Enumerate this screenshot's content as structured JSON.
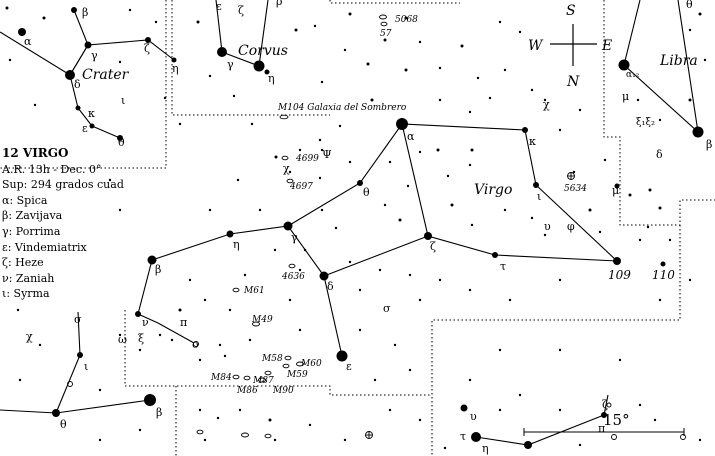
{
  "constellation": {
    "name": "12 VIRGO",
    "coordinates": "A.R. 13h - Dec. 0°",
    "area": "Sup: 294 grados cuad",
    "stars": [
      {
        "greek": "α",
        "name": "Spica"
      },
      {
        "greek": "β",
        "name": "Zavijava"
      },
      {
        "greek": "γ",
        "name": "Porrima"
      },
      {
        "greek": "ε",
        "name": "Vindemiatrix"
      },
      {
        "greek": "ζ",
        "name": "Heze"
      },
      {
        "greek": "ν",
        "name": "Zaniah"
      },
      {
        "greek": "ι",
        "name": "Syrma"
      }
    ]
  },
  "compass": {
    "north": "N",
    "south": "S",
    "east": "E",
    "west": "W"
  },
  "scale_label": "15°",
  "labels": {
    "virgo": "Virgo",
    "crater": "Crater",
    "corvus": "Corvus",
    "libra": "Libra",
    "sombrero": "M104 Galaxia del Sombrero"
  },
  "objects": {
    "ngc5068": "5068",
    "n57": "57",
    "ngc4699": "4699",
    "ngc4697": "4697",
    "ngc4636": "4636",
    "ngc5634": "5634",
    "n109": "109",
    "n110": "110",
    "m61": "M61",
    "m49": "M49",
    "m58": "M58",
    "m60": "M60",
    "m59": "M59",
    "m84": "M84",
    "m87": "M87",
    "m86": "M86",
    "m90": "M90"
  },
  "greek_labels": {
    "alpha": "α",
    "beta": "β",
    "gamma": "γ",
    "delta": "δ",
    "epsilon": "ε",
    "zeta": "ζ",
    "eta": "η",
    "theta": "θ",
    "iota": "ι",
    "kappa": "κ",
    "mu": "μ",
    "nu": "ν",
    "xi": "ξ",
    "pi": "π",
    "rho": "ρ",
    "sigma": "σ",
    "tau": "τ",
    "upsilon": "υ",
    "phi": "φ",
    "chi": "χ",
    "psi": "Ψ",
    "omega": "ω",
    "omicron": "ο",
    "alpha2": "α₁₂",
    "xi12": "ξ₁ξ₂"
  }
}
